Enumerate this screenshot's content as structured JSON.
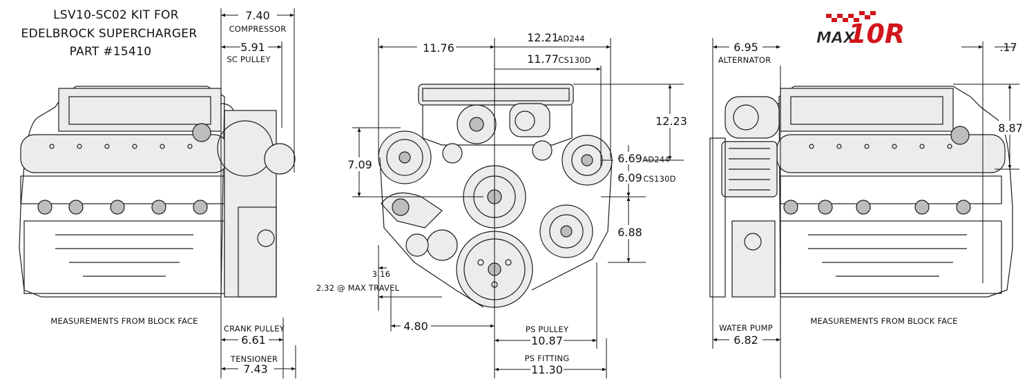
{
  "title": {
    "line1": "LSV10-SC02 KIT FOR",
    "line2": "EDELBROCK SUPERCHARGER",
    "line3": "PART #15410"
  },
  "logo": {
    "prefix": "MAX",
    "suffix": "10R",
    "red": "#d0161c",
    "dark": "#222222"
  },
  "left_view": {
    "compressor": {
      "value": "7.40",
      "label": "COMPRESSOR"
    },
    "sc_pulley": {
      "value": "5.91",
      "label": "SC PULLEY"
    },
    "crank_pulley": {
      "value": "6.61",
      "label": "CRANK PULLEY"
    },
    "tensioner": {
      "value": "7.43",
      "label": "TENSIONER"
    },
    "note": "MEASUREMENTS FROM BLOCK FACE"
  },
  "front_view": {
    "width_left": "11.76",
    "ad244_width": {
      "value": "12.21",
      "label": "AD244"
    },
    "cs130d_width": {
      "value": "11.77",
      "label": "CS130D"
    },
    "height_top": "12.23",
    "height_left": "7.09",
    "ad244_height": {
      "value": "6.69",
      "label": "AD244"
    },
    "cs130d_height": {
      "value": "6.09",
      "label": "CS130D"
    },
    "height_lower": "6.88",
    "tensioner_small": "3.16",
    "max_travel": "2.32 @ MAX TRAVEL",
    "bottom_left": "4.80",
    "ps_pulley": {
      "value": "10.87",
      "label": "PS PULLEY"
    },
    "ps_fitting": {
      "value": "11.30",
      "label": "PS FITTING"
    }
  },
  "right_view": {
    "alternator": {
      "value": "6.95",
      "label": "ALTERNATOR"
    },
    "offset": ".17",
    "height": "8.87",
    "water_pump": {
      "value": "6.82",
      "label": "WATER PUMP"
    },
    "note": "MEASUREMENTS FROM BLOCK FACE"
  }
}
